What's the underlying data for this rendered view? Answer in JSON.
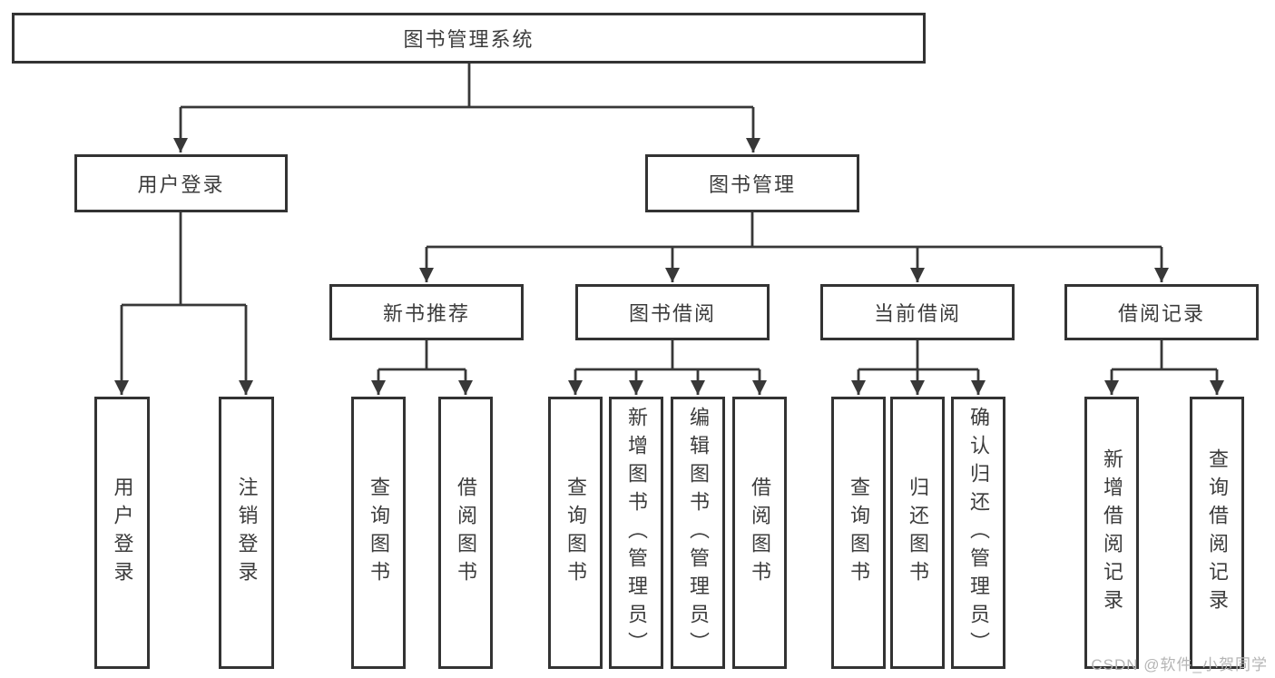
{
  "page": {
    "background": "#ffffff"
  },
  "diagram_type": "hierarchy",
  "tree": {
    "label": "图书管理系统",
    "children": [
      {
        "label": "用户登录",
        "children": [
          {
            "label": "用户登录"
          },
          {
            "label": "注销登录"
          }
        ]
      },
      {
        "label": "图书管理",
        "children": [
          {
            "label": "新书推荐",
            "children": [
              {
                "label": "查询图书"
              },
              {
                "label": "借阅图书"
              }
            ]
          },
          {
            "label": "图书借阅",
            "children": [
              {
                "label": "查询图书"
              },
              {
                "label": "新增图书（管理员）"
              },
              {
                "label": "编辑图书（管理员）"
              },
              {
                "label": "借阅图书"
              }
            ]
          },
          {
            "label": "当前借阅",
            "children": [
              {
                "label": "查询图书"
              },
              {
                "label": "归还图书"
              },
              {
                "label": "确认归还（管理员）"
              }
            ]
          },
          {
            "label": "借阅记录",
            "children": [
              {
                "label": "新增借阅记录"
              },
              {
                "label": "查询借阅记录"
              }
            ]
          }
        ]
      }
    ]
  },
  "watermark": {
    "text": "CSDN @软件_小贺同学",
    "color": "#b5b5b5"
  },
  "style": {
    "line_color": "#383838",
    "box_border_color": "#333333",
    "text_color": "#3c3c3c"
  }
}
